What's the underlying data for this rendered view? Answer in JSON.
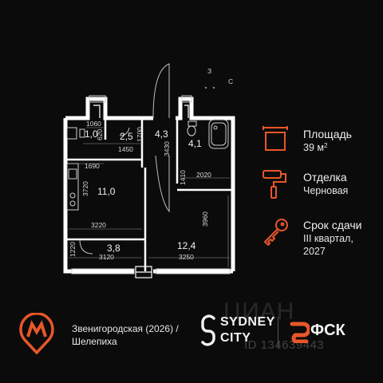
{
  "plan": {
    "areas": {
      "wardrobe": "1,0",
      "wc": "2,5",
      "hall": "4,3",
      "bath": "4,1",
      "kitchen": "11,0",
      "balcony": "3,8",
      "room": "12,4"
    },
    "dims": {
      "d1060": "1060",
      "d1700": "1700",
      "d1450": "1450",
      "d620": "620",
      "d1690": "1690",
      "d3430": "3430",
      "d3720": "3720",
      "d3220": "3220",
      "d1220": "1220",
      "d3120": "3120",
      "d3250": "3250",
      "d3960": "3960",
      "d2020": "2020",
      "d1410": "1410"
    },
    "compass": {
      "n": "З",
      "s": "С"
    }
  },
  "info": {
    "area_label": "Площадь",
    "area_value": "39 м",
    "area_sup": "2",
    "finish_label": "Отделка",
    "finish_value": "Черновая",
    "deadline_label": "Срок сдачи",
    "deadline_line1": "III квартал,",
    "deadline_line2": "2027"
  },
  "footer": {
    "metro_line1": "Звенигородская (2026) /",
    "metro_line2": "Шелепиха",
    "sydney_line1": "SYDNEY",
    "sydney_line2": "CITY",
    "fsk": "ФСК"
  },
  "watermark": {
    "brand": "ЦИАН",
    "id": "ID 134639443"
  },
  "colors": {
    "accent": "#e8562a",
    "bg": "#0b0b0b",
    "wall": "#ffffff",
    "text": "#e8e8e8"
  }
}
